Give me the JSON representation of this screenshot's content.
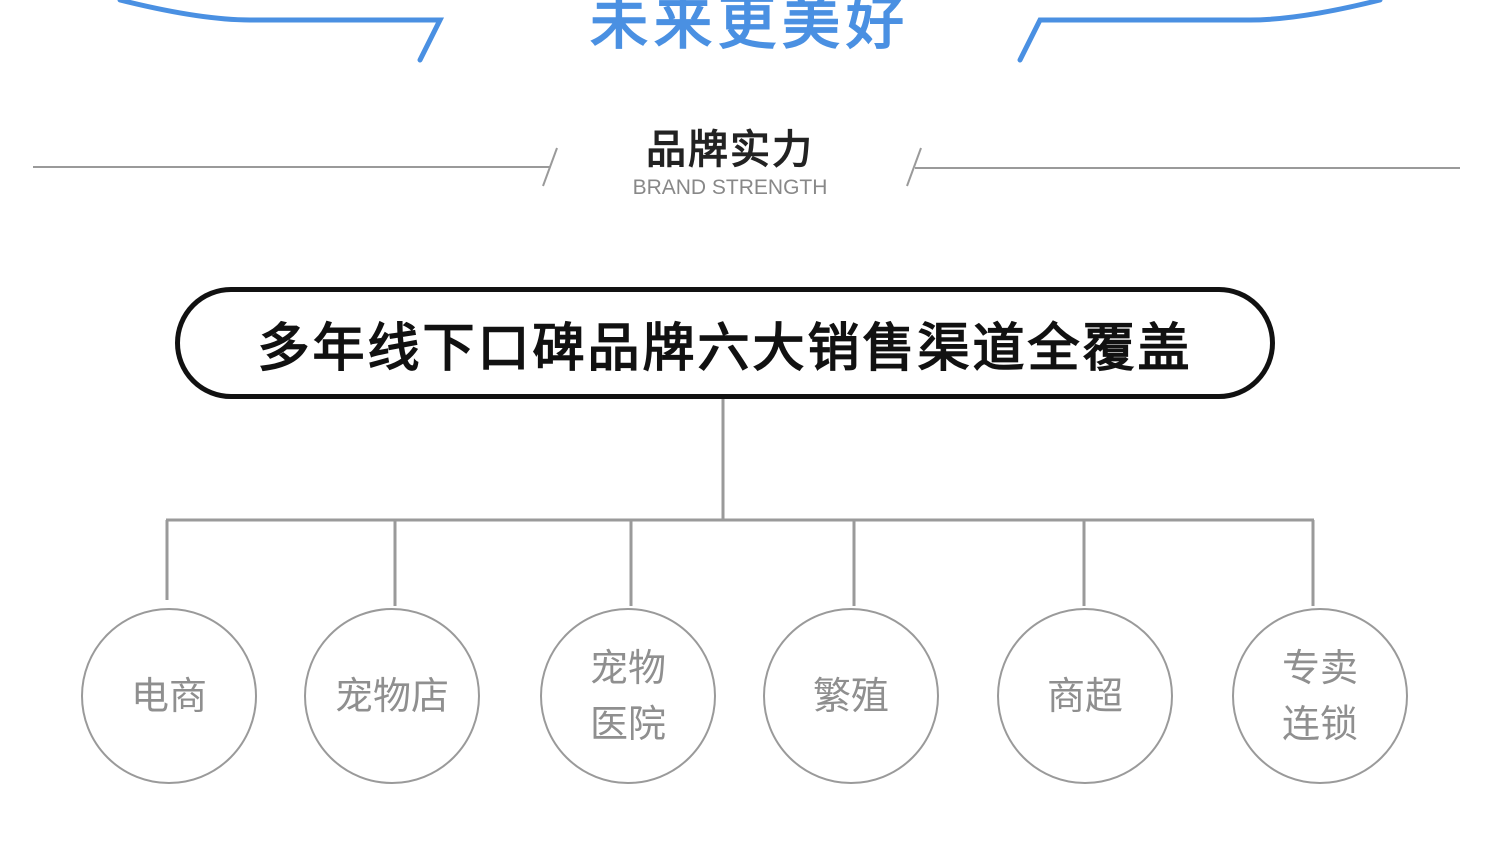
{
  "header": {
    "title": "未来更美好"
  },
  "section": {
    "title": "品牌实力",
    "subtitle": "BRAND STRENGTH"
  },
  "headline": {
    "text": "多年线下口碑品牌六大销售渠道全覆盖"
  },
  "channels": [
    {
      "label": "电商"
    },
    {
      "label": "宠物店"
    },
    {
      "label": "宠物\n医院"
    },
    {
      "label": "繁殖"
    },
    {
      "label": "商超"
    },
    {
      "label": "专卖\n连锁"
    }
  ],
  "colors": {
    "accent_blue": "#4a90e2",
    "connector_gray": "#9a9a9a",
    "node_text_gray": "#8f8f8f",
    "headline_black": "#111111"
  }
}
